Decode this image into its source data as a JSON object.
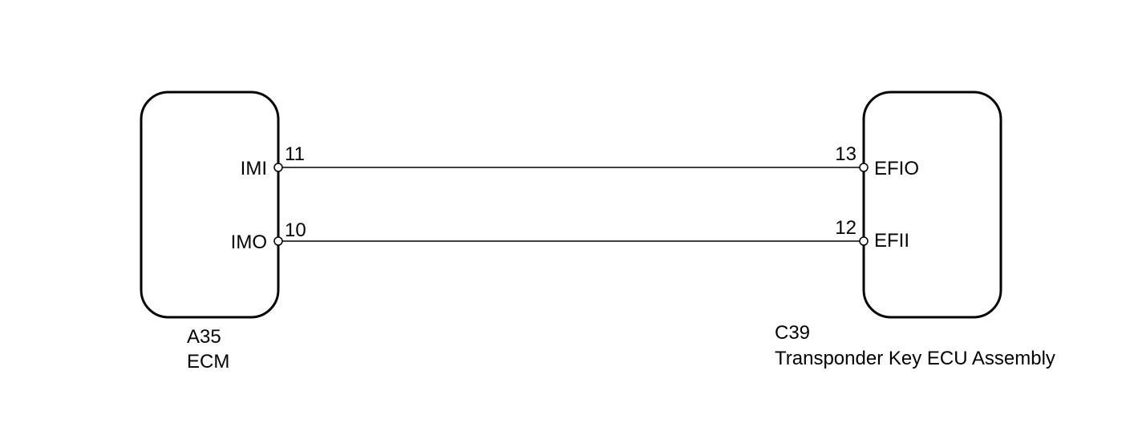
{
  "colors": {
    "line": "#000000",
    "background": "#ffffff"
  },
  "components": {
    "left": {
      "connector_code": "A35",
      "name": "ECM",
      "pins": [
        {
          "label": "IMI",
          "number": "11"
        },
        {
          "label": "IMO",
          "number": "10"
        }
      ]
    },
    "right": {
      "connector_code": "C39",
      "name": "Transponder Key ECU Assembly",
      "pins": [
        {
          "label": "EFIO",
          "number": "13"
        },
        {
          "label": "EFII",
          "number": "12"
        }
      ]
    }
  },
  "wires": [
    {
      "from": "IMI",
      "from_pin": "11",
      "to": "EFIO",
      "to_pin": "13"
    },
    {
      "from": "IMO",
      "from_pin": "10",
      "to": "EFII",
      "to_pin": "12"
    }
  ]
}
